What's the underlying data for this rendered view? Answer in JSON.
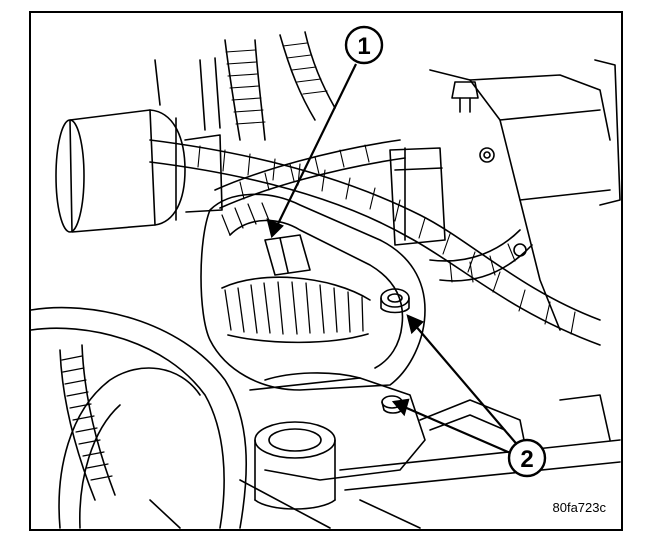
{
  "figure": {
    "callouts": [
      {
        "id": "1",
        "label": "1"
      },
      {
        "id": "2",
        "label": "2"
      }
    ],
    "figure_code": "80fa723c"
  }
}
